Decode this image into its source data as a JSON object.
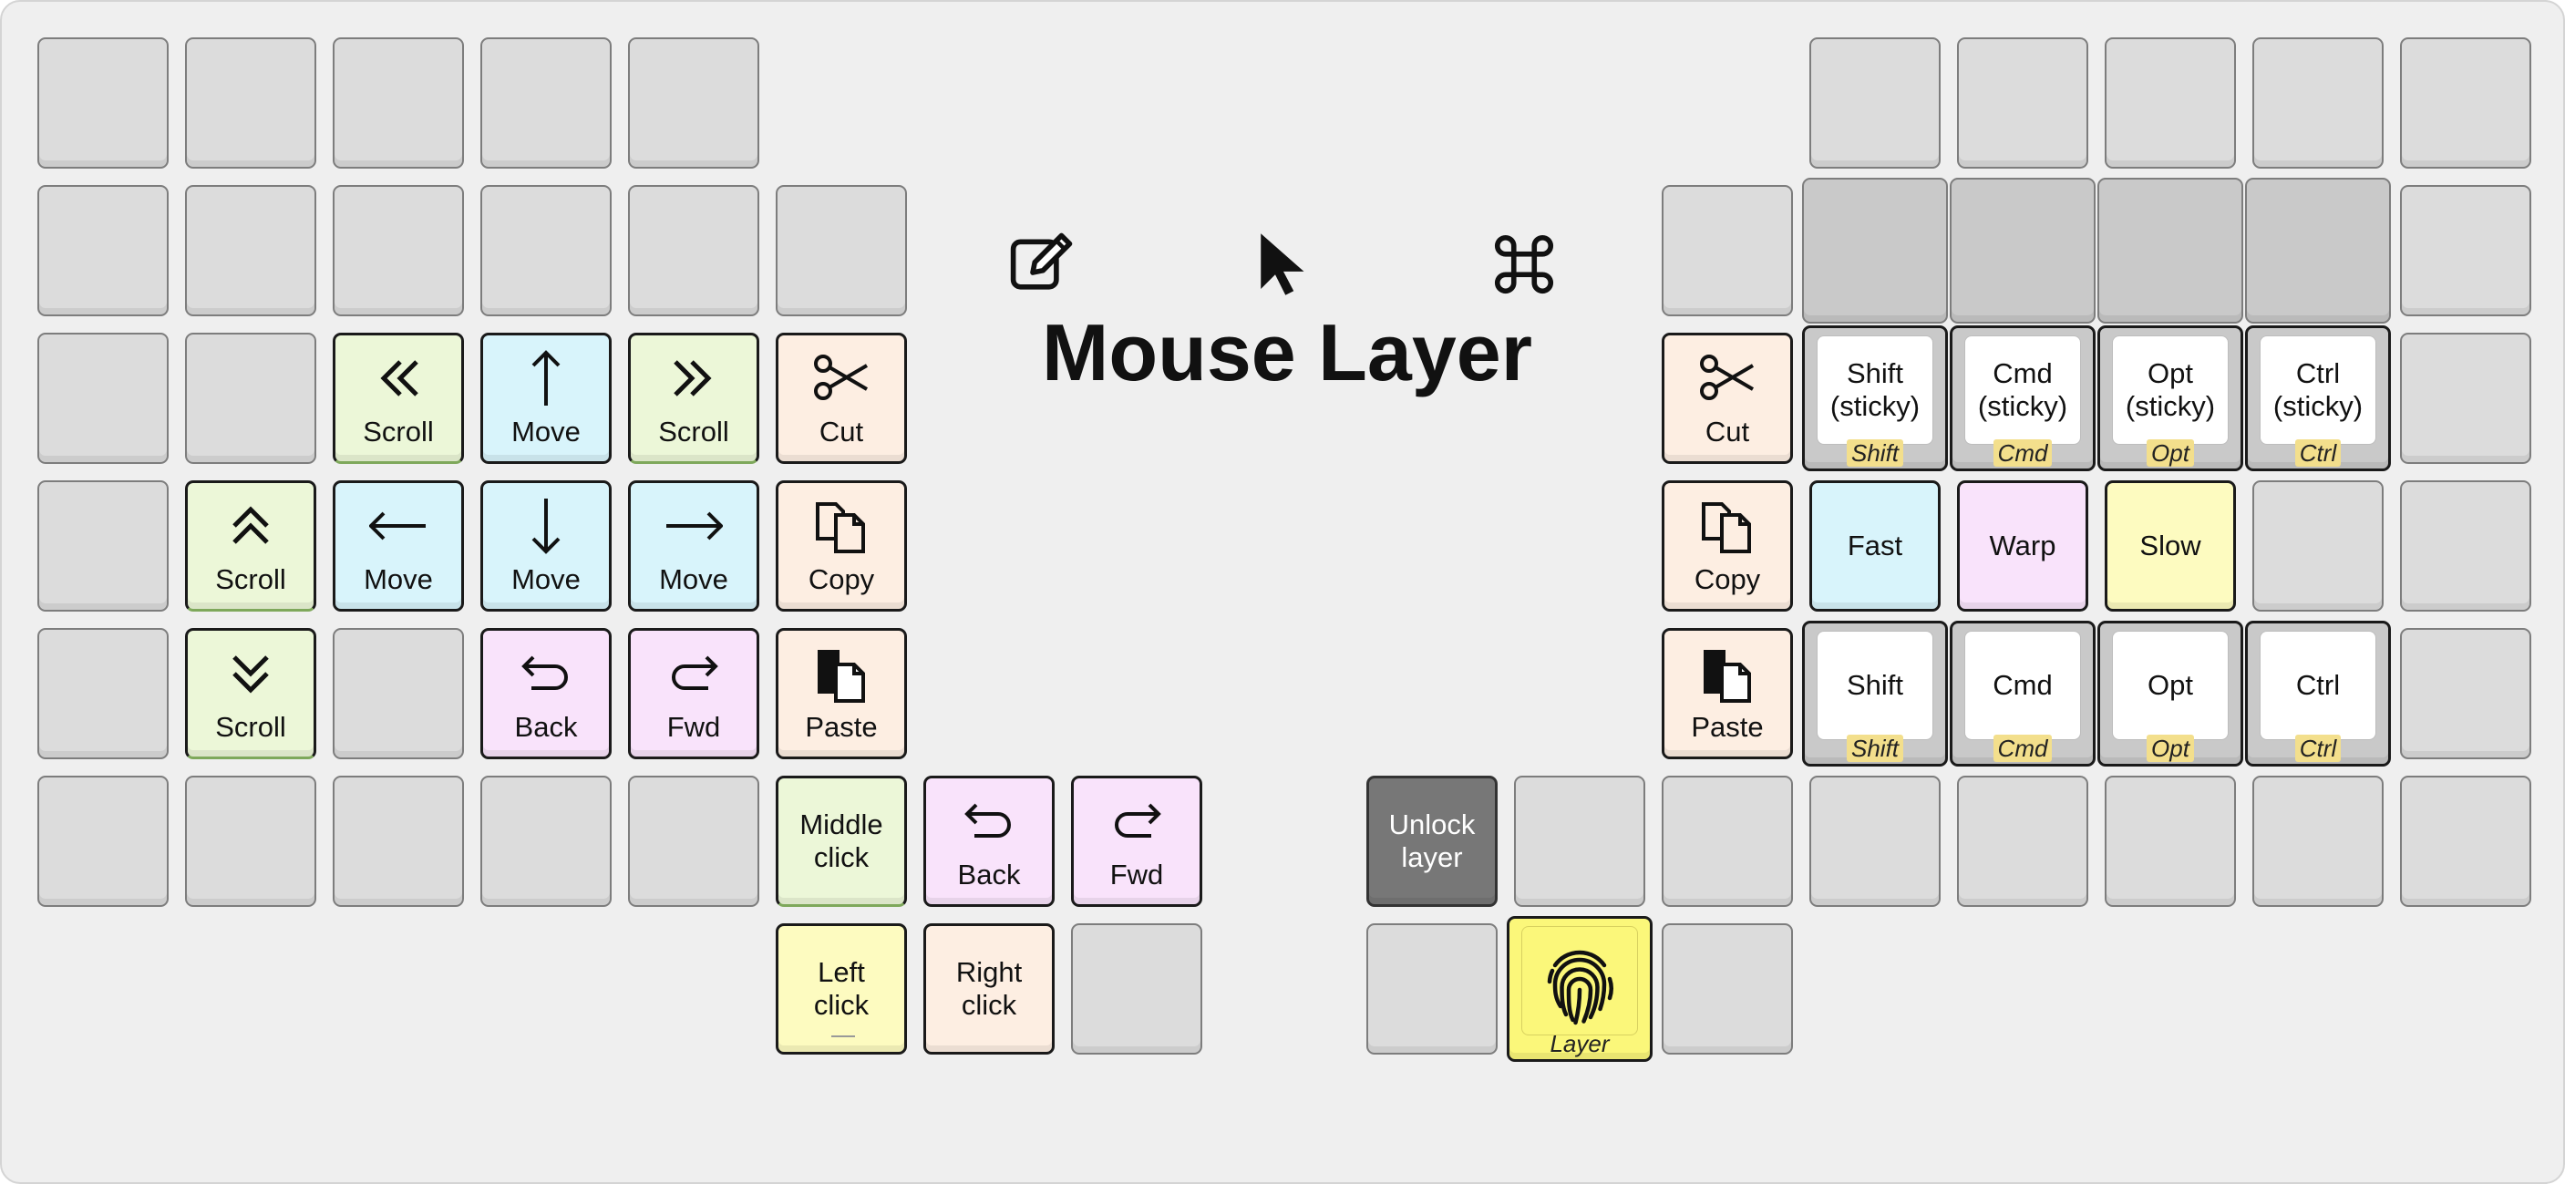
{
  "title": "Mouse Layer",
  "top_icons": [
    "edit-icon",
    "mouse-pointer-icon",
    "command-icon"
  ],
  "colors": {
    "background": "#efefef",
    "empty_key": "#dcdcdc",
    "scroll": "#ecf7d8",
    "move": "#d8f4fb",
    "navigation": "#f9e3fb",
    "clipboard": "#fdeee2",
    "click": "#fdfbc0",
    "layer_key": "#fbf77a",
    "unlock": "#777777"
  },
  "left_hand": {
    "scroll_left": {
      "icon": "double-chevron-left-icon",
      "label": "Scroll"
    },
    "move_up": {
      "icon": "arrow-up-icon",
      "label": "Move"
    },
    "scroll_right": {
      "icon": "double-chevron-right-icon",
      "label": "Scroll"
    },
    "cut": {
      "icon": "scissors-icon",
      "label": "Cut"
    },
    "scroll_up": {
      "icon": "double-chevron-up-icon",
      "label": "Scroll"
    },
    "move_left": {
      "icon": "arrow-left-icon",
      "label": "Move"
    },
    "move_down": {
      "icon": "arrow-down-icon",
      "label": "Move"
    },
    "move_right": {
      "icon": "arrow-right-icon",
      "label": "Move"
    },
    "copy": {
      "icon": "copy-icon",
      "label": "Copy"
    },
    "scroll_down": {
      "icon": "double-chevron-down-icon",
      "label": "Scroll"
    },
    "back": {
      "icon": "back-arrow-icon",
      "label": "Back"
    },
    "forward": {
      "icon": "forward-arrow-icon",
      "label": "Fwd"
    },
    "paste": {
      "icon": "paste-icon",
      "label": "Paste"
    },
    "middle_click": {
      "label": "Middle\nclick"
    },
    "thumb_back": {
      "icon": "back-arrow-icon",
      "label": "Back"
    },
    "thumb_forward": {
      "icon": "forward-arrow-icon",
      "label": "Fwd"
    },
    "left_click": {
      "label": "Left\nclick"
    },
    "right_click": {
      "label": "Right\nclick"
    }
  },
  "right_hand": {
    "cut": {
      "icon": "scissors-icon",
      "label": "Cut"
    },
    "copy": {
      "icon": "copy-icon",
      "label": "Copy"
    },
    "paste": {
      "icon": "paste-icon",
      "label": "Paste"
    },
    "fast": {
      "label": "Fast"
    },
    "warp": {
      "label": "Warp"
    },
    "slow": {
      "label": "Slow"
    },
    "sticky_mods": [
      {
        "tap": "Shift\n(sticky)",
        "hold": "Shift"
      },
      {
        "tap": "Cmd\n(sticky)",
        "hold": "Cmd"
      },
      {
        "tap": "Opt\n(sticky)",
        "hold": "Opt"
      },
      {
        "tap": "Ctrl\n(sticky)",
        "hold": "Ctrl"
      }
    ],
    "mods": [
      {
        "tap": "Shift",
        "hold": "Shift"
      },
      {
        "tap": "Cmd",
        "hold": "Cmd"
      },
      {
        "tap": "Opt",
        "hold": "Opt"
      },
      {
        "tap": "Ctrl",
        "hold": "Ctrl"
      }
    ],
    "unlock_layer": {
      "label": "Unlock\nlayer"
    },
    "layer_key": {
      "icon": "fingerprint-icon",
      "hold": "Layer"
    }
  }
}
